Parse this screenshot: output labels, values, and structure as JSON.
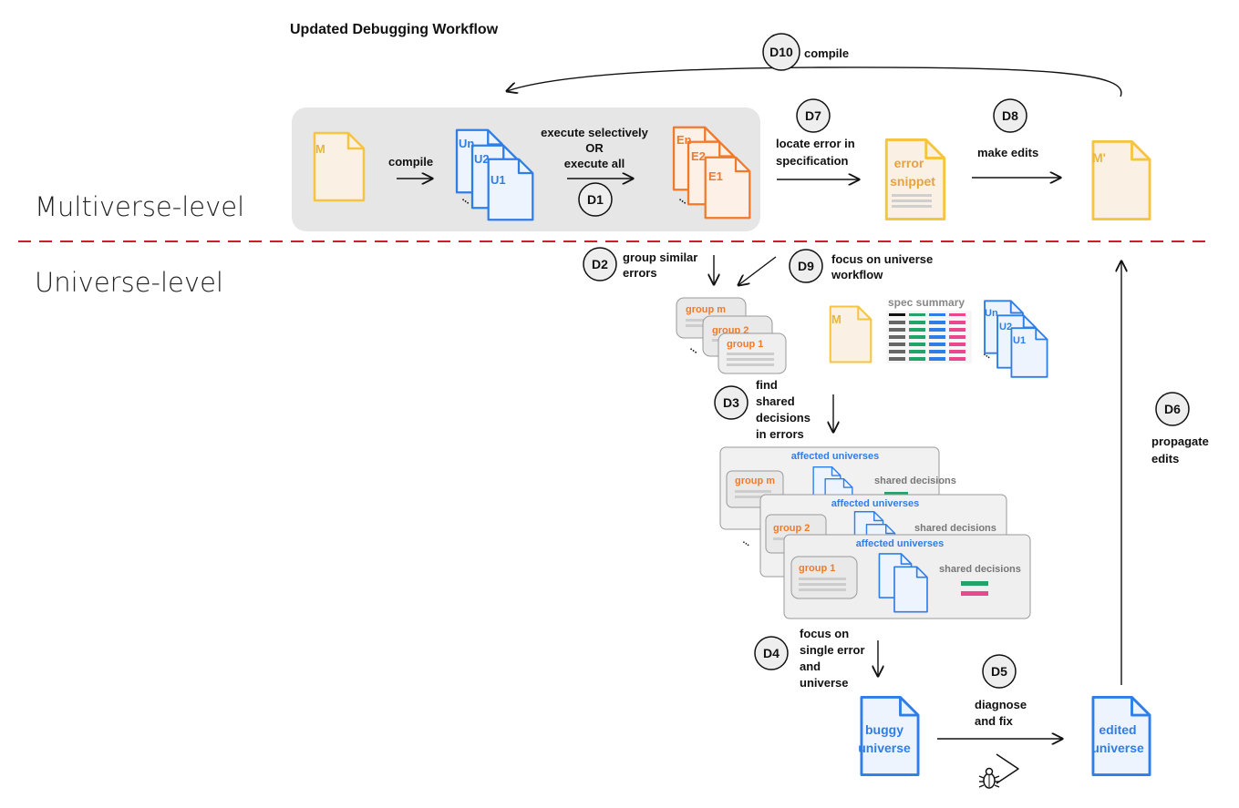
{
  "title": "Updated Debugging Workflow",
  "levels": {
    "multiverse": "Multiverse-level",
    "universe": "Universe-level"
  },
  "colors": {
    "spec_file": "#f5c542",
    "universe_file": "#2f7ee8",
    "error_file": "#f07a2a",
    "divider": "#cc1f2e",
    "panel": "#e6e6e6"
  },
  "steps": {
    "d1": {
      "badge": "D1"
    },
    "d2": {
      "badge": "D2",
      "label": [
        "group similar",
        "errors"
      ]
    },
    "d3": {
      "badge": "D3",
      "label": [
        "find",
        "shared",
        "decisions",
        "in errors"
      ]
    },
    "d4": {
      "badge": "D4",
      "label": [
        "focus on",
        "single error",
        "and",
        "universe"
      ]
    },
    "d5": {
      "badge": "D5",
      "label": [
        "diagnose",
        "and fix"
      ]
    },
    "d6": {
      "badge": "D6",
      "label": [
        "propagate",
        "edits"
      ]
    },
    "d7": {
      "badge": "D7",
      "label": [
        "locate error in",
        "specification"
      ]
    },
    "d8": {
      "badge": "D8",
      "label": [
        "make edits"
      ]
    },
    "d9": {
      "badge": "D9",
      "label": [
        "focus on universe",
        "workflow"
      ]
    },
    "d10": {
      "badge": "D10",
      "label": [
        "compile"
      ]
    }
  },
  "top_row": {
    "compile": "compile",
    "execute": [
      "execute selectively",
      "OR",
      "execute all"
    ],
    "spec_file": "M",
    "spec_file_edited": "M'",
    "universe_files": [
      "Un",
      "U2",
      "U1"
    ],
    "error_files": [
      "En",
      "E2",
      "E1"
    ],
    "error_snippet": [
      "error",
      "snippet"
    ]
  },
  "groups": [
    "group m",
    "group 2",
    "group 1"
  ],
  "spec_summary": {
    "title": "spec summary",
    "spec_file": "M",
    "universe_files": [
      "Un",
      "U2",
      "U1"
    ]
  },
  "decision_cards": [
    {
      "affected": "affected universes",
      "group": "group m",
      "shared": "shared decisions"
    },
    {
      "affected": "affected universes",
      "group": "group 2",
      "shared": "shared decisions"
    },
    {
      "affected": "affected universes",
      "group": "group 1",
      "shared": "shared decisions"
    }
  ],
  "buggy": [
    "buggy",
    "universe"
  ],
  "edited": [
    "edited",
    "universe"
  ],
  "ellipsis": "..."
}
